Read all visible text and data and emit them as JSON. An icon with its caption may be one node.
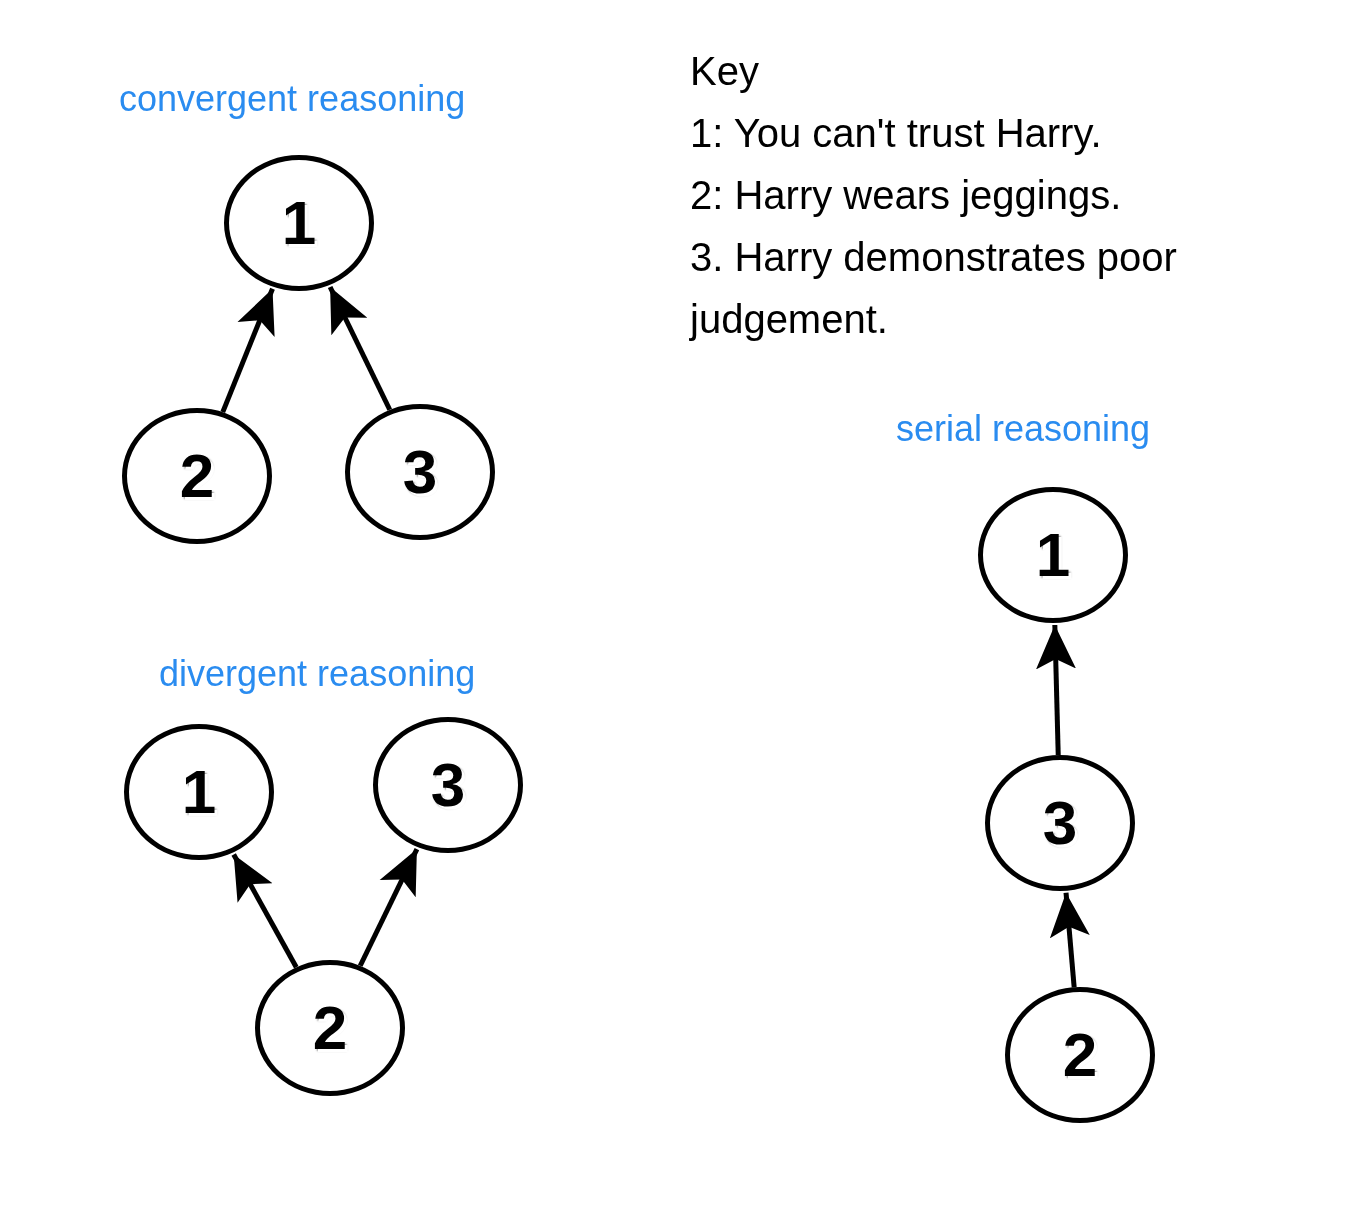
{
  "diagram": {
    "nodes": [
      {
        "text": [
          "1"
        ]
      },
      {
        "text": [
          "2"
        ]
      },
      {
        "text": [
          "3"
        ]
      },
      {
        "text": [
          "1"
        ]
      },
      {
        "text": [
          "3"
        ]
      },
      {
        "text": [
          "2"
        ]
      },
      {
        "text": [
          "1"
        ]
      },
      {
        "text": [
          "3"
        ]
      },
      {
        "text": [
          "2"
        ]
      }
    ],
    "edges": [
      {
        "from": 1,
        "to": 0,
        "arrow": "to"
      },
      {
        "from": 2,
        "to": 0,
        "arrow": "to"
      },
      {
        "from": 5,
        "to": 3,
        "arrow": "to"
      },
      {
        "from": 5,
        "to": 4,
        "arrow": "to"
      },
      {
        "from": 7,
        "to": 6,
        "arrow": "to"
      },
      {
        "from": 8,
        "to": 7,
        "arrow": "to"
      }
    ],
    "labels": [
      "Key",
      "convergent reasoning",
      "1: You can't trust Harry.",
      "2: Harry wears jeggings.",
      "3. Harry demonstrates poor judgement.",
      "serial reasoning",
      "divergent reasoning"
    ]
  }
}
